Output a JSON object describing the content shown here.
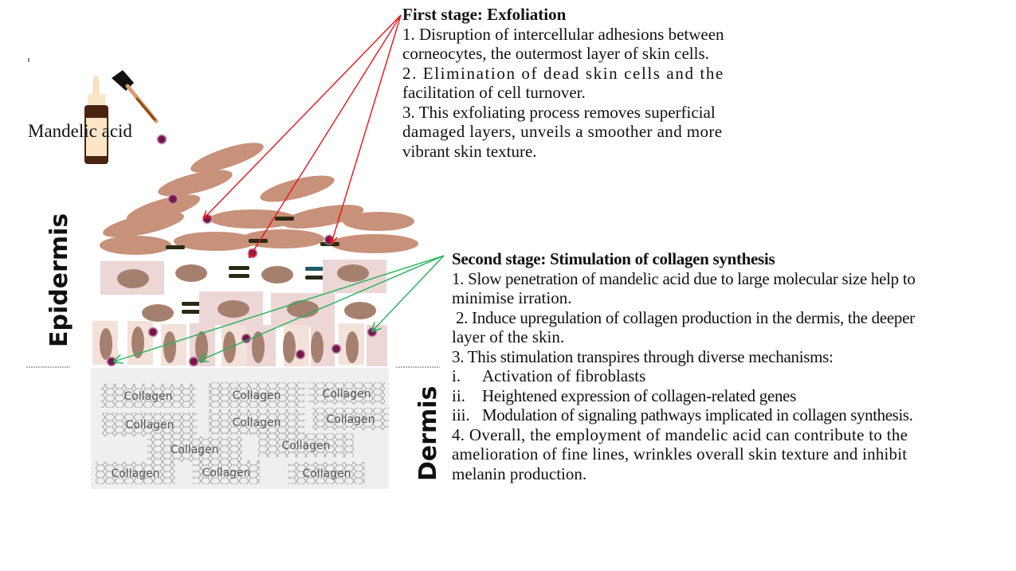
{
  "product_label": "Mandelic acid",
  "layers": {
    "epidermis": "Epidermis",
    "dermis": "Dermis",
    "collagen_label": "Collagen",
    "collagen_count": 11
  },
  "first_stage": {
    "title": "First stage: Exfoliation",
    "lines": [
      "1. Disruption of intercellular adhesions between",
      "corneocytes, the outermost layer of skin cells.",
      "2. Elimination of dead skin cells and the",
      "facilitation of cell turnover.",
      "3. This exfoliating process removes superficial",
      "damaged layers, unveils a smoother and more",
      "vibrant skin texture."
    ],
    "arrow_color": "#e8141a",
    "arrow_count": 3
  },
  "second_stage": {
    "title": "Second stage: Stimulation of collagen synthesis",
    "lines": [
      "1. Slow penetration of mandelic acid due to large molecular size help to",
      "minimise irration.",
      " 2. Induce upregulation of collagen production in the dermis, the deeper",
      "layer of the skin.",
      "3. This stimulation transpires through diverse mechanisms:"
    ],
    "mechanisms": [
      {
        "num": "i.",
        "text": "Activation of fibroblasts"
      },
      {
        "num": "ii.",
        "text": "Heightened expression of collagen-related genes"
      },
      {
        "num": "iii.",
        "text": "Modulation of signaling pathways implicated in collagen synthesis."
      }
    ],
    "closing_lines": [
      "4. Overall, the employment of mandelic acid can contribute to the",
      "amelioration of fine lines, wrinkles overall skin texture and inhibit",
      "melanin production."
    ],
    "arrow_color": "#22b45a",
    "arrow_count": 3
  },
  "colors": {
    "corneocyte": "#c8917a",
    "cell_body": "#ecd6d6",
    "nucleus": "#a6806e",
    "molecule": "#6e1448",
    "desmosome": "#2a2a14",
    "dermis_bg": "#efefef"
  }
}
